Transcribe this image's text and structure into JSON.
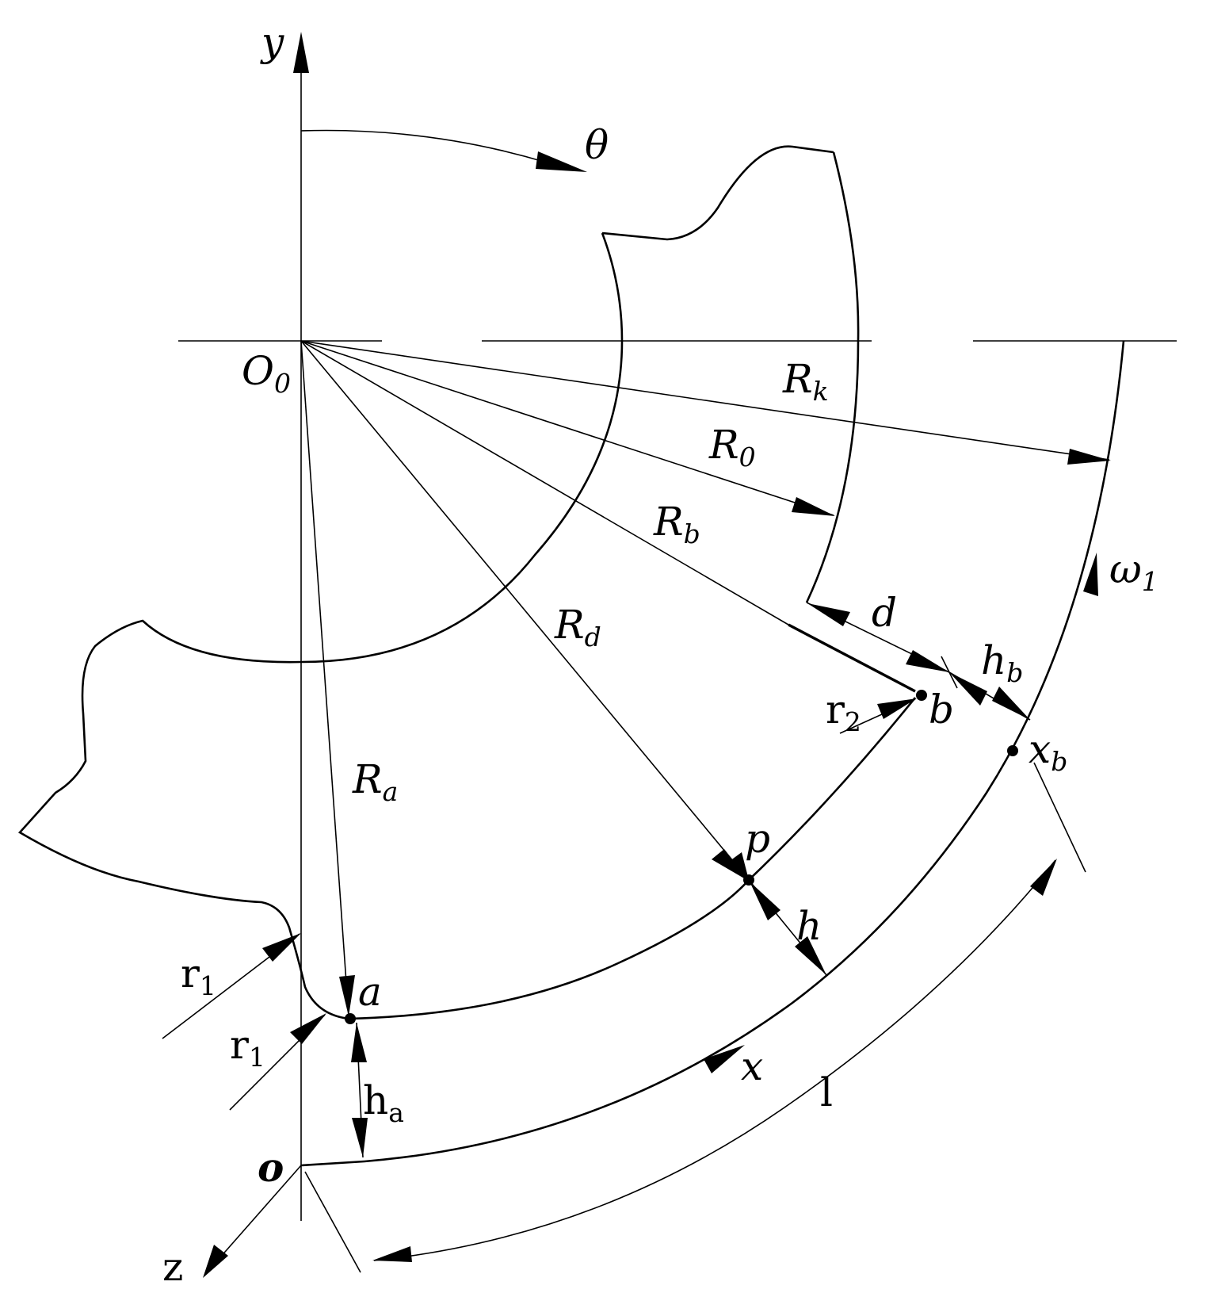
{
  "labels": {
    "y": "y",
    "theta": "θ",
    "o0_main": "O",
    "o0_sub": "0",
    "rk_main": "R",
    "rk_sub": "k",
    "r0_main": "R",
    "r0_sub": "0",
    "rb_main": "R",
    "rb_sub": "b",
    "rd_main": "R",
    "rd_sub": "d",
    "ra_main": "R",
    "ra_sub": "a",
    "omega_main": "ω",
    "omega_sub": "1",
    "d": "d",
    "hb_main": "h",
    "hb_sub": "b",
    "r2_main": "r",
    "r2_sub": "2",
    "b": "b",
    "xb_main": "x",
    "xb_sub": "b",
    "p": "p",
    "h": "h",
    "r1a_main": "r",
    "r1a_sub": "1",
    "r1b_main": "r",
    "r1b_sub": "1",
    "a": "a",
    "ha_main": "h",
    "ha_sub": "a",
    "x": "x",
    "l": "l",
    "o": "o",
    "z": "z"
  }
}
